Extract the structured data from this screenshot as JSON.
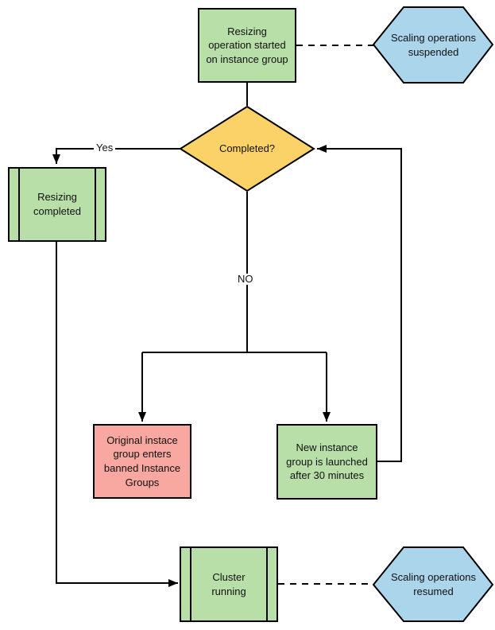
{
  "diagram_type": "flowchart",
  "nodes": {
    "start": {
      "label": "Resizing operation started on instance group",
      "shape": "process",
      "fill": "#b9dfa8"
    },
    "suspended": {
      "label": "Scaling operations suspended",
      "shape": "hexagon",
      "fill": "#abd5ea"
    },
    "completed": {
      "label": "Completed?",
      "shape": "decision",
      "fill": "#fbd267"
    },
    "resizing_completed": {
      "label": "Resizing completed",
      "shape": "predefined-process",
      "fill": "#b9dfa8"
    },
    "banned": {
      "label": "Original instace group enters banned Instance Groups",
      "shape": "process",
      "fill": "#f8a8a0"
    },
    "new_group": {
      "label": "New instance group is launched after 30 minutes",
      "shape": "process",
      "fill": "#b9dfa8"
    },
    "cluster": {
      "label": "Cluster running",
      "shape": "predefined-process",
      "fill": "#b9dfa8"
    },
    "resumed": {
      "label": "Scaling operations resumed",
      "shape": "hexagon",
      "fill": "#abd5ea"
    }
  },
  "edge_labels": {
    "yes": "Yes",
    "no": "NO"
  },
  "colors": {
    "stroke": "#000000",
    "background": "#ffffff",
    "process_green": "#b9dfa8",
    "error_red": "#f8a8a0",
    "decision_yellow": "#fbd267",
    "terminal_blue": "#abd5ea"
  }
}
